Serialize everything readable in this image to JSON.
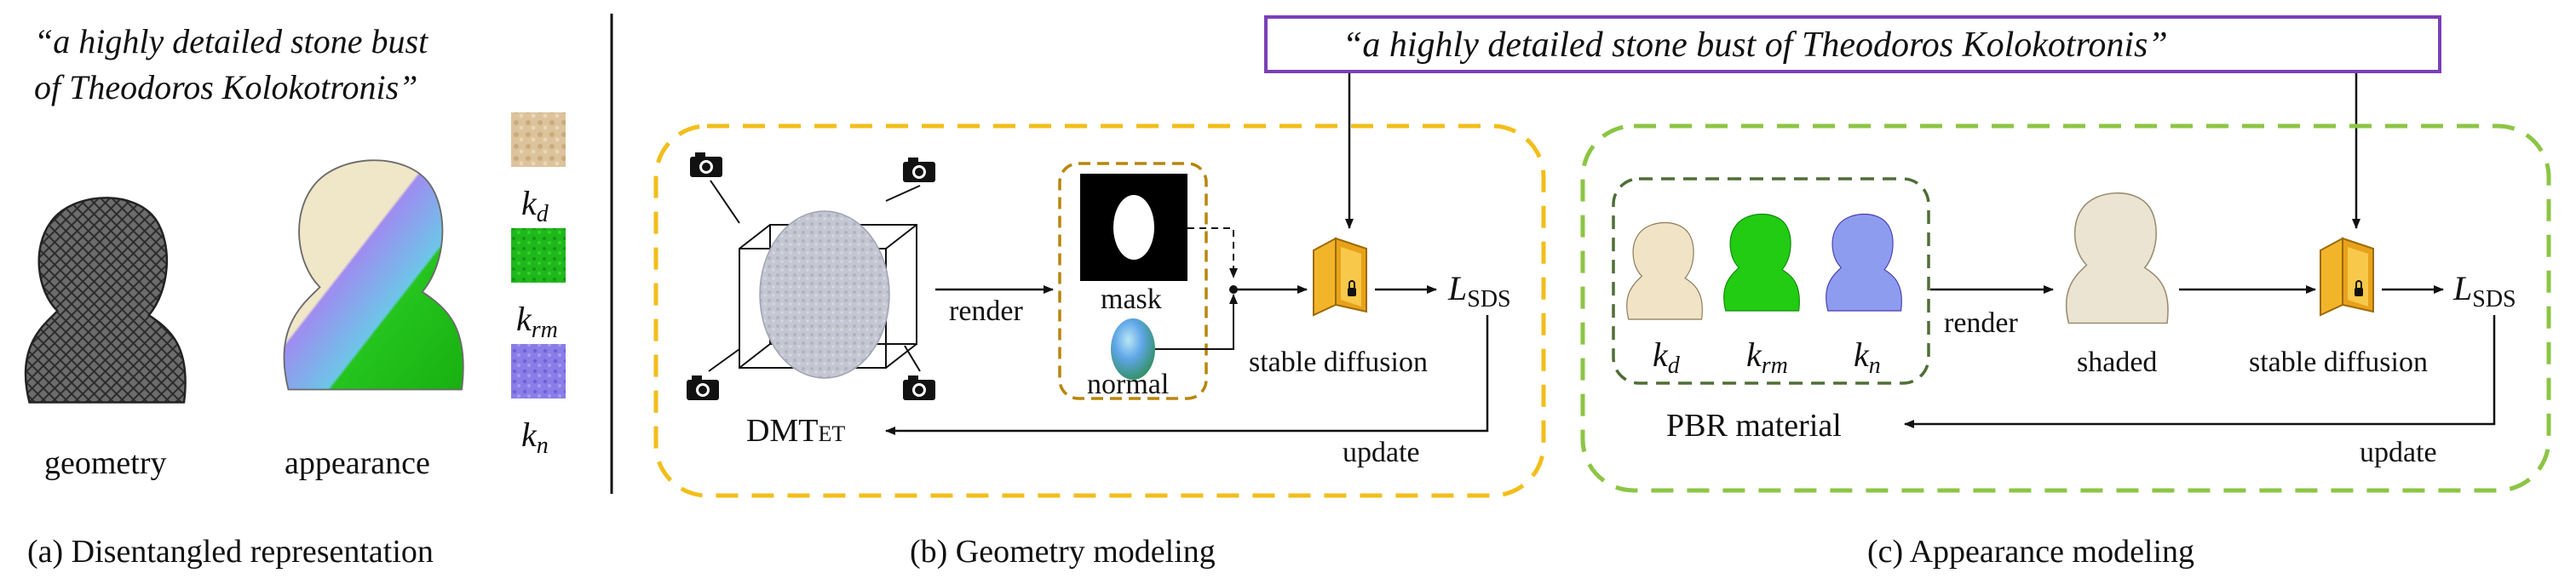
{
  "colors": {
    "geometry_box": "#F2BE1A",
    "appearance_box": "#8CC544",
    "prompt_border": "#7B3FB8",
    "pbr_box": "#4F6E36",
    "mask_box": "#B8860B",
    "text": "#111111",
    "normal_green": "#22d11a",
    "normal_purple": "#7c6fe0",
    "stone": "#e8dcc0",
    "sd_icon": "#F2B52A"
  },
  "panel_a": {
    "prompt_line1": "“a highly detailed stone bust",
    "prompt_line2": "of Theodoros Kolokotronis”",
    "geometry_label": "geometry",
    "appearance_label": "appearance",
    "swatch_labels": [
      "k_d",
      "k_rm",
      "k_n"
    ],
    "caption": "(a) Disentangled representation"
  },
  "prompt_box": {
    "text": "“a highly detailed stone bust of Theodoros Kolokotronis”"
  },
  "panel_b": {
    "render_label": "render",
    "mask_label": "mask",
    "normal_label": "normal",
    "sd_label": "stable diffusion",
    "loss_main": "L",
    "loss_sub": "SDS",
    "model_main": "DMT",
    "model_sub": "ET",
    "update_label": "update",
    "caption": "(b) Geometry modeling"
  },
  "panel_c": {
    "pbr_subscripts": [
      "d",
      "rm",
      "n"
    ],
    "pbr_main": "k",
    "render_label": "render",
    "shaded_label": "shaded",
    "sd_label": "stable diffusion",
    "loss_main": "L",
    "loss_sub": "SDS",
    "pbr_label": "PBR material",
    "update_label": "update",
    "caption": "(c) Appearance modeling"
  },
  "icons": [
    "camera-icon",
    "lock-icon",
    "stable-diffusion-icon",
    "bust-icon",
    "mesh-icon",
    "ellipsoid-icon"
  ]
}
